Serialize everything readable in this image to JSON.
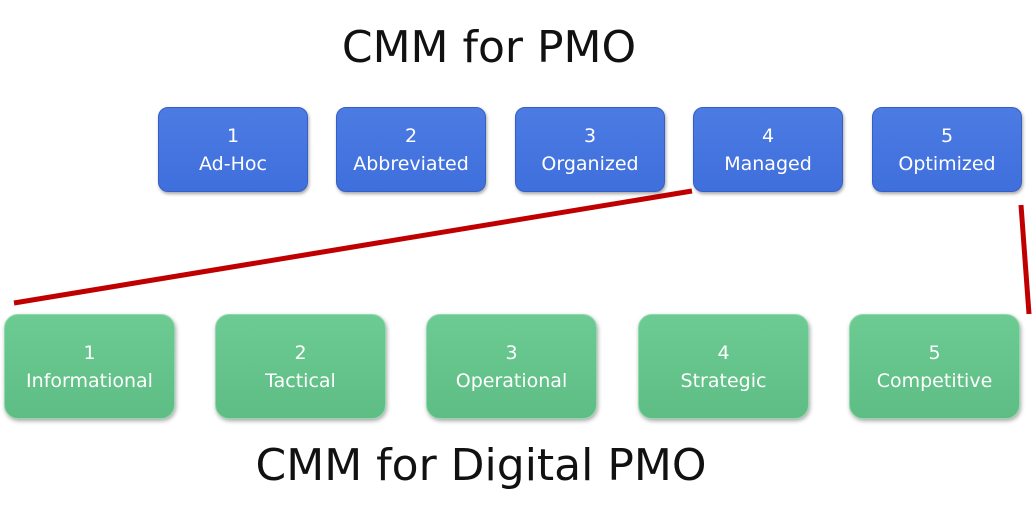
{
  "top_title": "CMM for PMO",
  "bottom_title": "CMM for Digital PMO",
  "pmo_levels": [
    {
      "num": "1",
      "label": "Ad-Hoc"
    },
    {
      "num": "2",
      "label": "Abbreviated"
    },
    {
      "num": "3",
      "label": "Organized"
    },
    {
      "num": "4",
      "label": "Managed"
    },
    {
      "num": "5",
      "label": "Optimized"
    }
  ],
  "digital_levels": [
    {
      "num": "1",
      "label": "Informational"
    },
    {
      "num": "2",
      "label": "Tactical"
    },
    {
      "num": "3",
      "label": "Operational"
    },
    {
      "num": "4",
      "label": "Strategic"
    },
    {
      "num": "5",
      "label": "Competitive"
    }
  ],
  "colors": {
    "pmo_box": "#4174df",
    "digital_box": "#63c389",
    "connector": "#c00000"
  }
}
